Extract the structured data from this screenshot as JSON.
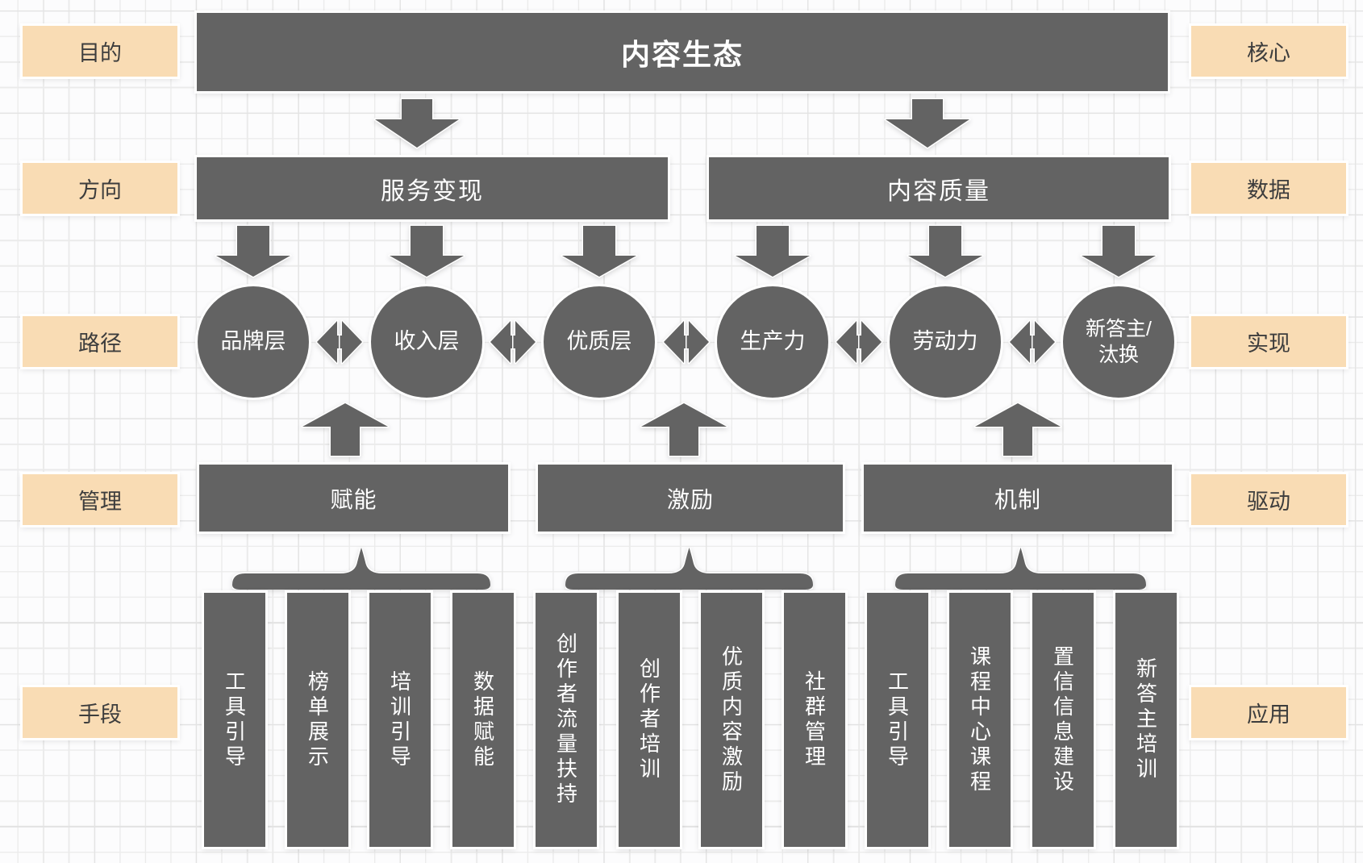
{
  "title": "内容生态",
  "row_labels": {
    "left": [
      "目的",
      "方向",
      "路径",
      "管理",
      "手段"
    ],
    "right": [
      "核心",
      "数据",
      "实现",
      "驱动",
      "应用"
    ]
  },
  "directions": [
    "服务变现",
    "内容质量"
  ],
  "paths": [
    "品牌层",
    "收入层",
    "优质层",
    "生产力",
    "劳动力",
    "新答主/\n汰换"
  ],
  "managements": [
    "赋能",
    "激励",
    "机制"
  ],
  "methods": [
    [
      "工具引导",
      "榜单展示",
      "培训引导",
      "数据赋能"
    ],
    [
      "创作者流量扶持",
      "创作者培训",
      "优质内容激励",
      "社群管理"
    ],
    [
      "工具引导",
      "课程中心课程",
      "置信信息建设",
      "新答主培训"
    ]
  ],
  "colors": {
    "node": "#636363",
    "tag_bg": "#f9dcb4",
    "text_on_node": "#ffffff",
    "text_on_tag": "#3d3d3d",
    "grid_line": "#ebebeb",
    "grid_line_major": "#e3e3e3",
    "background": "#fcfcfd"
  }
}
